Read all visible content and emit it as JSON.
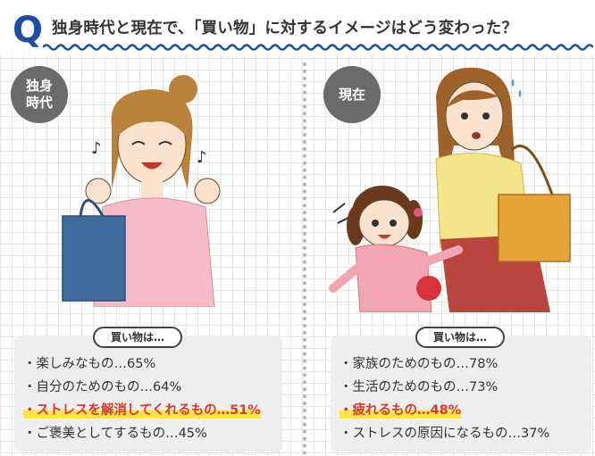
{
  "header": {
    "q_letter": "Q",
    "title": "独身時代と現在で、「買い物」に対するイメージはどう変わった？"
  },
  "left": {
    "badge": "独身時代",
    "panel_label": "買い物は…",
    "items": [
      {
        "text": "・楽しみなもの…65%",
        "highlight": false
      },
      {
        "text": "・自分のためのもの…64%",
        "highlight": false
      },
      {
        "text": "・ストレスを解消してくれるもの…51%",
        "highlight": true
      },
      {
        "text": "・ご褒美としてするもの…45%",
        "highlight": false
      }
    ]
  },
  "right": {
    "badge": "現在",
    "panel_label": "買い物は…",
    "items": [
      {
        "text": "・家族のためのもの…78%",
        "highlight": false
      },
      {
        "text": "・生活のためのもの…73%",
        "highlight": false
      },
      {
        "text": "・疲れるもの…48%",
        "highlight": true
      },
      {
        "text": "・ストレスの原因になるもの…37%",
        "highlight": false
      }
    ]
  },
  "colors": {
    "accent_blue": "#1f4e9c",
    "highlight_red": "#d9392b",
    "highlight_yellow": "#ffe44d",
    "badge_gray": "#6b6b6b"
  }
}
